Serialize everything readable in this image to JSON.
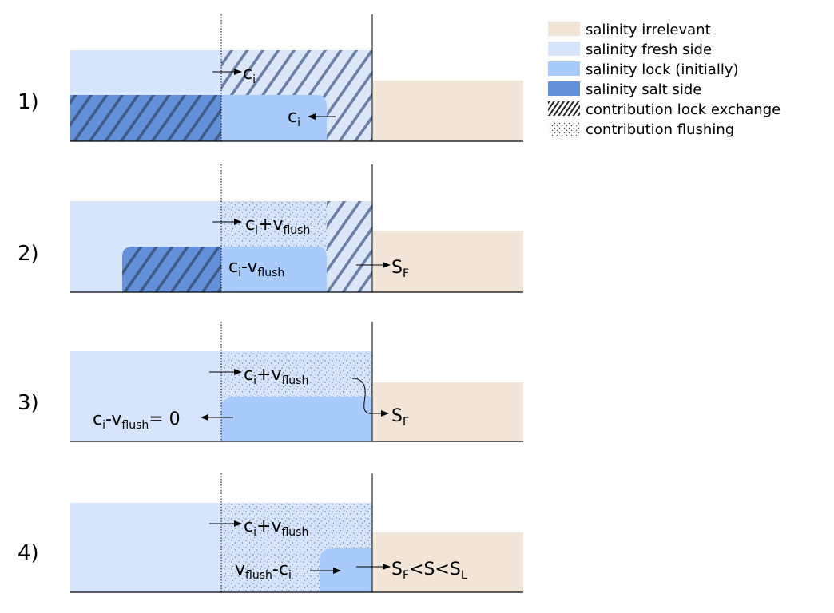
{
  "colors": {
    "irrelevant": "#f3e4d8",
    "fresh": "#d6e5fb",
    "lock": "#a9cbfb",
    "salt": "#6390d8",
    "hatch": "#48608a",
    "dots": "#6d7f99"
  },
  "legend": [
    {
      "label": "salinity irrelevant",
      "swatch": "irrelevant"
    },
    {
      "label": "salinity fresh side",
      "swatch": "fresh"
    },
    {
      "label": "salinity lock (initially)",
      "swatch": "lock"
    },
    {
      "label": "salinity salt side",
      "swatch": "salt"
    },
    {
      "label": "contribution lock exchange",
      "swatch": "hatch"
    },
    {
      "label": "contribution flushing",
      "swatch": "dots"
    }
  ],
  "panels": [
    {
      "number": "1)",
      "upper": {
        "c": "c",
        "c_sub": "i",
        "op": "",
        "v": "",
        "v_sub": ""
      },
      "lower": {
        "c": "c",
        "c_sub": "i"
      }
    },
    {
      "number": "2)",
      "upper": {
        "c": "c",
        "c_sub": "i",
        "op": "+",
        "v": "v",
        "v_sub": "flush"
      },
      "lower": {
        "c": "c",
        "c_sub": "i",
        "op": "-",
        "v": "v",
        "v_sub": "flush"
      },
      "right": {
        "s": "S",
        "s_sub": "F"
      }
    },
    {
      "number": "3)",
      "upper": {
        "c": "c",
        "c_sub": "i",
        "op": "+",
        "v": "v",
        "v_sub": "flush"
      },
      "left": {
        "c": "c",
        "c_sub": "i",
        "op": "-",
        "v": "v",
        "v_sub": "flush",
        "tail": "= 0"
      },
      "right": {
        "s": "S",
        "s_sub": "F"
      }
    },
    {
      "number": "4)",
      "upper": {
        "c": "c",
        "c_sub": "i",
        "op": "+",
        "v": "v",
        "v_sub": "flush"
      },
      "lower": {
        "v": "v",
        "v_sub": "flush",
        "op": "-",
        "c": "c",
        "c_sub": "i"
      },
      "right": {
        "s1": "S",
        "s1_sub": "F",
        "lt1": "<S<",
        "s2": "S",
        "s2_sub": "L"
      }
    }
  ]
}
